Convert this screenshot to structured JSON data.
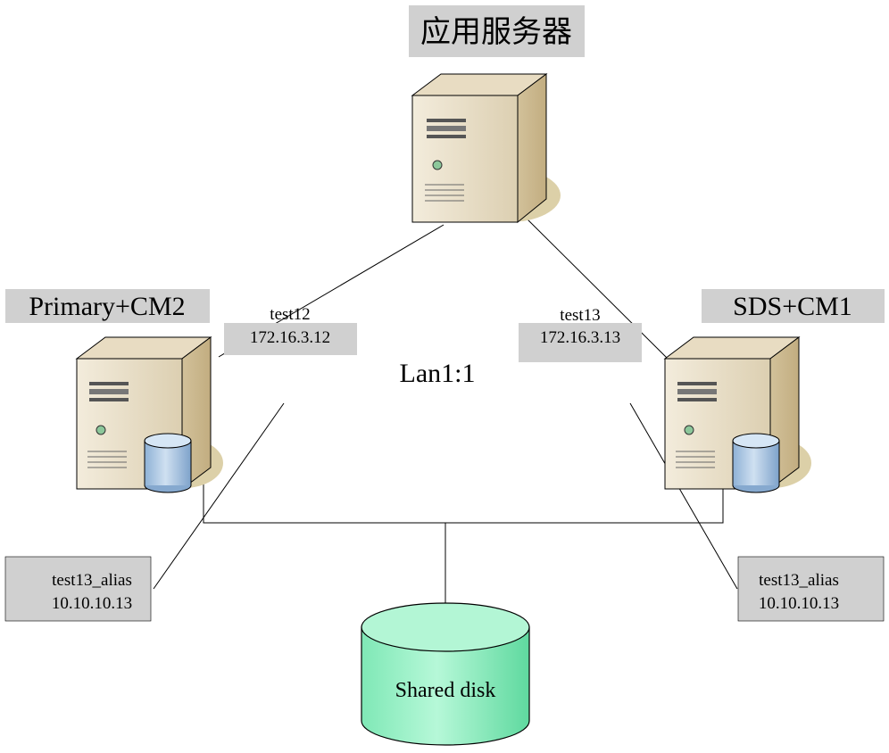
{
  "app_server": {
    "label": "应用服务器"
  },
  "primary": {
    "label": "Primary+CM2",
    "host": "test12",
    "ip": "172.16.3.12"
  },
  "sds": {
    "label": "SDS+CM1",
    "host": "test13",
    "ip": "172.16.3.13"
  },
  "network": {
    "label": "Lan1:1"
  },
  "alias_left": {
    "host": "test13_alias",
    "ip": "10.10.10.13"
  },
  "alias_right": {
    "host": "test13_alias",
    "ip": "10.10.10.13"
  },
  "shared_disk": {
    "label": "Shared disk"
  },
  "colors": {
    "label_bg": "#d0d0d0",
    "server_body": "#e4d9c0",
    "server_shadow": "#dcd0a8",
    "db_cylinder": "#a9c6e2",
    "shared_disk": "#9df0c8"
  }
}
